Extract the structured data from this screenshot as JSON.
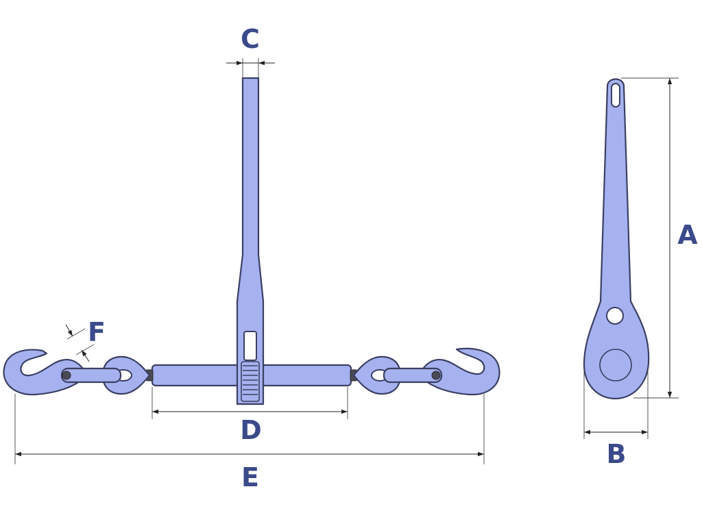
{
  "colors": {
    "body": "#a6b2ef",
    "stroke": "#3a3f62",
    "label": "#3a4a8a"
  },
  "labels": {
    "A": "A",
    "B": "B",
    "C": "C",
    "D": "D",
    "E": "E",
    "F": "F"
  }
}
